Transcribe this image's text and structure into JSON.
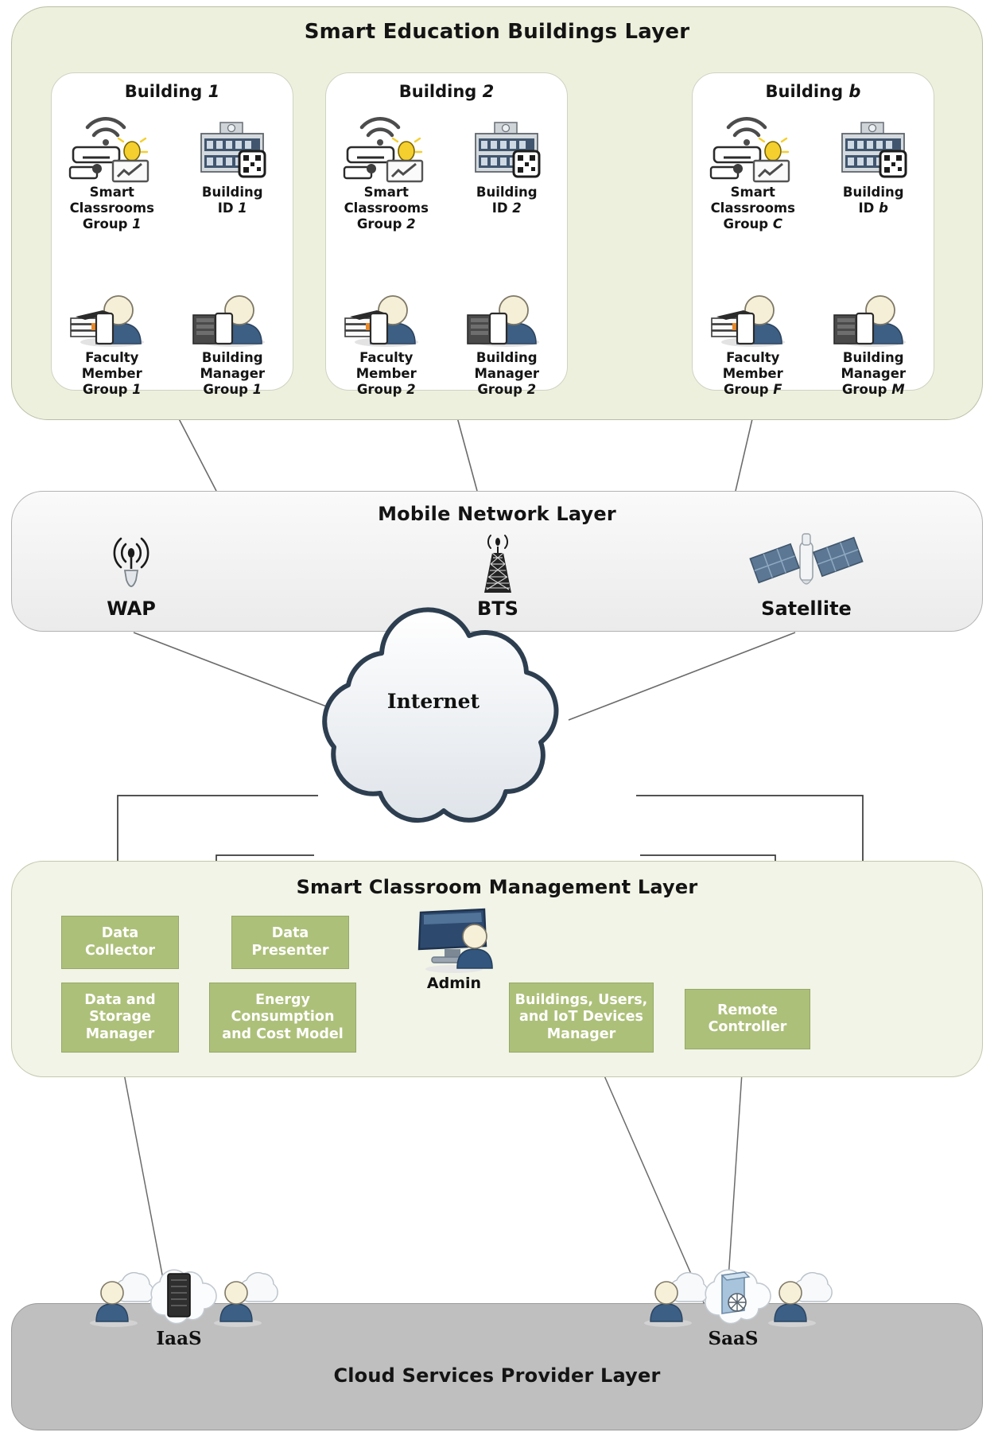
{
  "buildings_layer": {
    "title": "Smart Education Buildings Layer",
    "ellipsis": "• • •",
    "buildings": [
      {
        "name_prefix": "Building ",
        "name_id": "1",
        "classrooms_line1": "Smart",
        "classrooms_line2": "Classrooms",
        "classrooms_line3_prefix": "Group ",
        "classrooms_line3_id": "1",
        "buildingid_line1": "Building",
        "buildingid_line2_prefix": "ID ",
        "buildingid_line2_id": "1",
        "faculty_line1": "Faculty",
        "faculty_line2": "Member",
        "faculty_line3_prefix": "Group ",
        "faculty_line3_id": "1",
        "manager_line1": "Building",
        "manager_line2": "Manager",
        "manager_line3_prefix": "Group ",
        "manager_line3_id": "1"
      },
      {
        "name_prefix": "Building ",
        "name_id": "2",
        "classrooms_line1": "Smart",
        "classrooms_line2": "Classrooms",
        "classrooms_line3_prefix": "Group ",
        "classrooms_line3_id": "2",
        "buildingid_line1": "Building",
        "buildingid_line2_prefix": "ID ",
        "buildingid_line2_id": "2",
        "faculty_line1": "Faculty",
        "faculty_line2": "Member",
        "faculty_line3_prefix": "Group ",
        "faculty_line3_id": "2",
        "manager_line1": "Building",
        "manager_line2": "Manager",
        "manager_line3_prefix": "Group ",
        "manager_line3_id": "2"
      },
      {
        "name_prefix": "Building ",
        "name_id": "b",
        "classrooms_line1": "Smart",
        "classrooms_line2": "Classrooms",
        "classrooms_line3_prefix": "Group ",
        "classrooms_line3_id": "C",
        "buildingid_line1": "Building",
        "buildingid_line2_prefix": "ID ",
        "buildingid_line2_id": "b",
        "faculty_line1": "Faculty",
        "faculty_line2": "Member",
        "faculty_line3_prefix": "Group ",
        "faculty_line3_id": "F",
        "manager_line1": "Building",
        "manager_line2": "Manager",
        "manager_line3_prefix": "Group ",
        "manager_line3_id": "M"
      }
    ]
  },
  "mobile_layer": {
    "title": "Mobile Network Layer",
    "nodes": [
      {
        "label": "WAP",
        "icon": "wireless-access-point-icon"
      },
      {
        "label": "BTS",
        "icon": "cell-tower-icon"
      },
      {
        "label": "Satellite",
        "icon": "satellite-icon"
      }
    ]
  },
  "internet": {
    "label": "Internet",
    "icon": "cloud-icon"
  },
  "management_layer": {
    "title": "Smart Classroom Management Layer",
    "boxes": [
      {
        "id": "data-collector",
        "line1": "Data",
        "line2": "Collector",
        "line3": ""
      },
      {
        "id": "data-presenter",
        "line1": "Data",
        "line2": "Presenter",
        "line3": ""
      },
      {
        "id": "data-and-storage-manager",
        "line1": "Data and",
        "line2": "Storage",
        "line3": "Manager"
      },
      {
        "id": "energy-consumption-and-cost-model",
        "line1": "Energy",
        "line2": "Consumption",
        "line3": "and Cost Model"
      },
      {
        "id": "buildings-users-and-iot-devices-manager",
        "line1": "Buildings, Users,",
        "line2": "and IoT Devices",
        "line3": "Manager"
      },
      {
        "id": "remote-controller",
        "line1": "Remote",
        "line2": "Controller",
        "line3": ""
      }
    ],
    "admin": {
      "label": "Admin",
      "icon": "admin-user-monitor-icon"
    }
  },
  "cloud_layer": {
    "title": "Cloud Services Provider Layer",
    "services": [
      {
        "label": "IaaS",
        "icon": "server-cloud-icon"
      },
      {
        "label": "SaaS",
        "icon": "software-cloud-icon"
      }
    ]
  },
  "colors": {
    "buildings_layer_bg": "#edf0dd",
    "mgmt_layer_bg": "#f1f4e6",
    "mgmt_box_bg": "#adc079",
    "csp_layer_bg": "#bfbfbf",
    "mobile_layer_bg": "#f2f2f2",
    "wire": "#6b6b6b"
  }
}
